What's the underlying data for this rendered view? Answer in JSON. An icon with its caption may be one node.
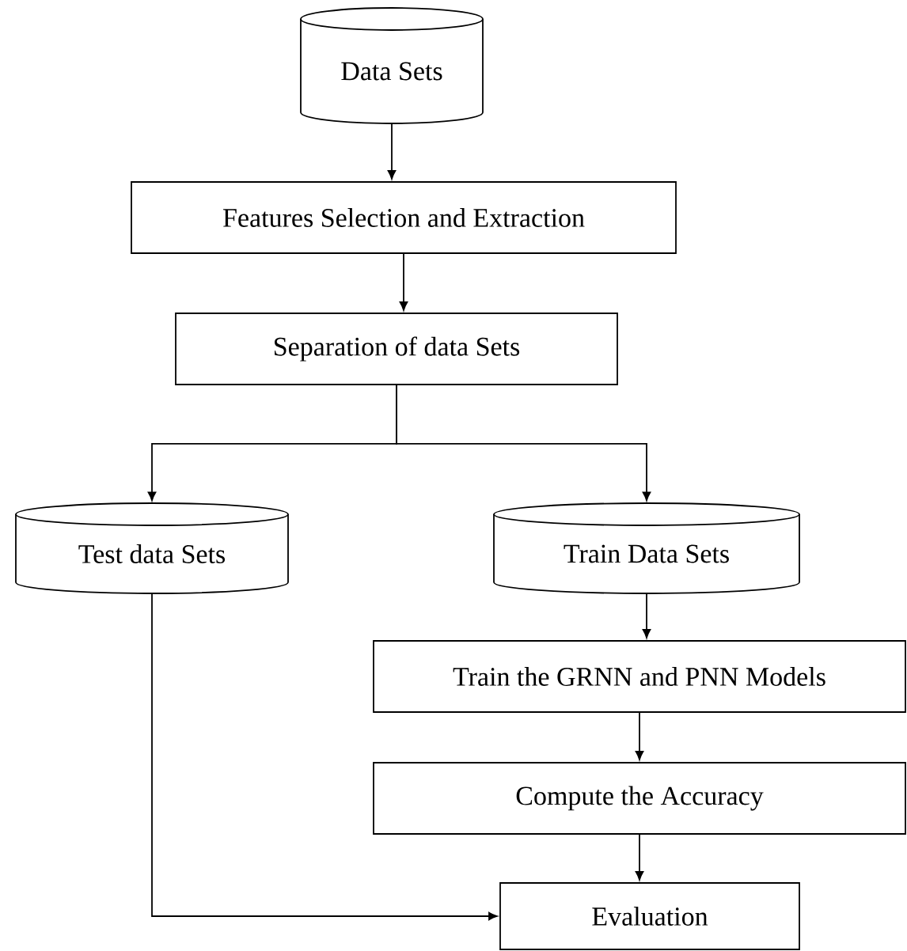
{
  "diagram": {
    "nodes": [
      {
        "text": [
          "Data Sets"
        ]
      },
      {
        "text": [
          "Features Selection and Extraction"
        ]
      },
      {
        "text": [
          "Separation of data Sets"
        ]
      },
      {
        "text": [
          "Test data Sets"
        ]
      },
      {
        "text": [
          "Train Data Sets"
        ]
      },
      {
        "text": [
          "Train the GRNN and PNN Models"
        ]
      },
      {
        "text": [
          "Compute the Accuracy"
        ]
      },
      {
        "text": [
          "Evaluation"
        ]
      }
    ],
    "edges": [
      {
        "from": 0,
        "to": 1,
        "arrow": "to"
      },
      {
        "from": 1,
        "to": 2,
        "arrow": "to"
      },
      {
        "from": 2,
        "to": 3,
        "arrow": "to"
      },
      {
        "from": 2,
        "to": 4,
        "arrow": "to"
      },
      {
        "from": 4,
        "to": 5,
        "arrow": "to"
      },
      {
        "from": 5,
        "to": 6,
        "arrow": "to"
      },
      {
        "from": 6,
        "to": 7,
        "arrow": "to"
      },
      {
        "from": 3,
        "to": 7,
        "arrow": "to"
      }
    ]
  }
}
